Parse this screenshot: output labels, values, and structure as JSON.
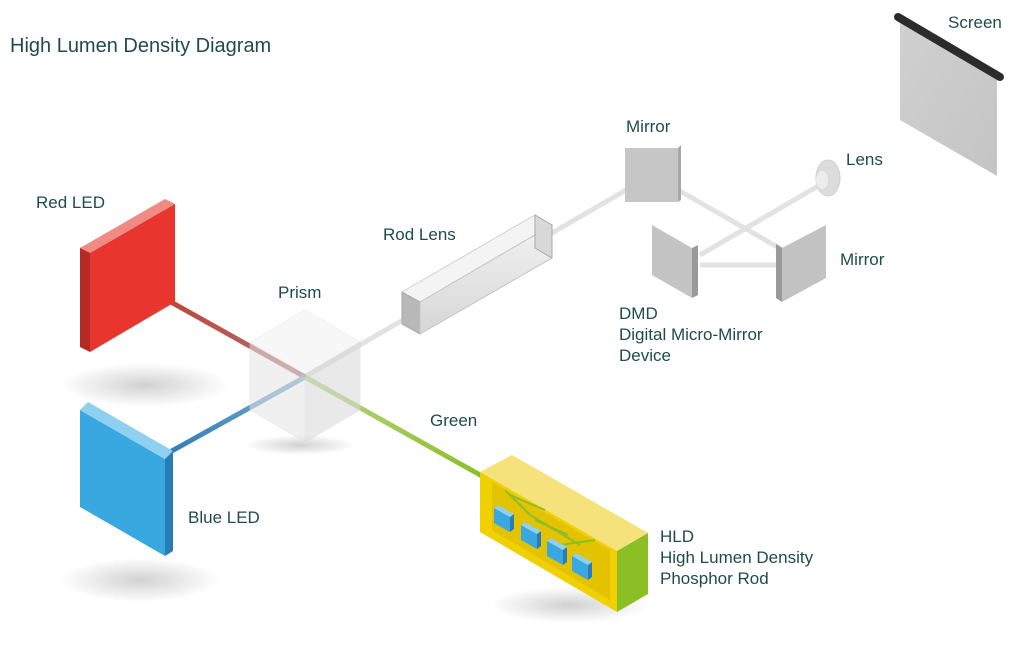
{
  "title": "High Lumen Density Diagram",
  "labels": {
    "screen": "Screen",
    "mirror_top": "Mirror",
    "lens": "Lens",
    "red_led": "Red LED",
    "rod_lens": "Rod Lens",
    "mirror_right": "Mirror",
    "prism": "Prism",
    "dmd_line1": "DMD",
    "dmd_line2": "Digital Micro-Mirror",
    "dmd_line3": "Device",
    "green": "Green",
    "blue_led": "Blue LED",
    "hld_line1": "HLD",
    "hld_line2": "High Lumen Density",
    "hld_line3": "Phosphor Rod"
  },
  "colors": {
    "red": "#e8352e",
    "blue": "#3aa8e0",
    "green": "#8cbf26",
    "yellow": "#f0d000",
    "gray": "#c8c8c8",
    "text": "#1f4d46"
  }
}
